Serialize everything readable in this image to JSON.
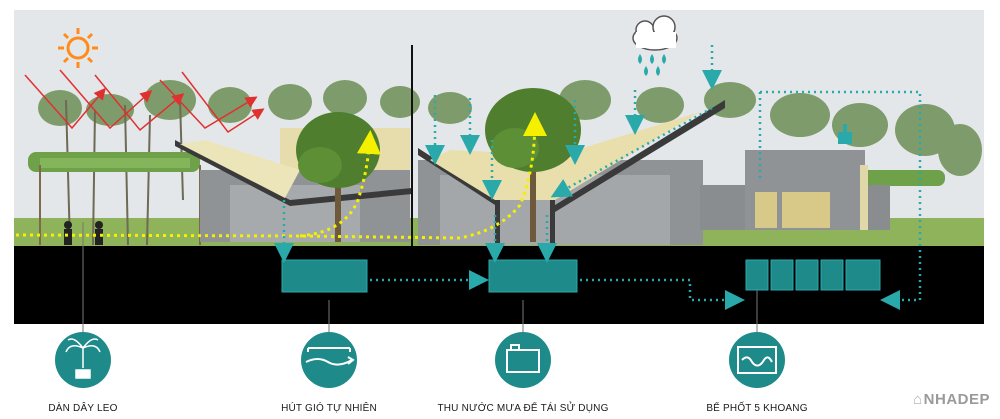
{
  "legend": [
    {
      "id": "climbing",
      "label": "DÀN DÂY LEO",
      "icon": "palm-tree-icon"
    },
    {
      "id": "ventilation",
      "label": "HÚT GIÓ TỰ NHIÊN",
      "icon": "wind-icon"
    },
    {
      "id": "rainwater",
      "label": "THU NƯỚC MƯA ĐỂ TÁI SỬ DỤNG",
      "icon": "water-tank-icon"
    },
    {
      "id": "septic",
      "label": "BỂ PHỐT 5 KHOANG",
      "icon": "septic-tank-icon"
    }
  ],
  "watermark": {
    "text": "NHADEP",
    "glyph": "⌂"
  },
  "colors": {
    "sky": "#e4e7ea",
    "ground": "#000000",
    "teal": "#1f8a8a",
    "teal_dark": "#0f5f5f",
    "sun": "#ff8c1a",
    "sun_ray": "#e03030",
    "wind": "#f5f000",
    "water_flow": "#2aa9ab",
    "roof": "#e9e0a8",
    "wall": "#8f9396",
    "foliage": "#5e8f3e",
    "grass": "#7fa84f"
  }
}
